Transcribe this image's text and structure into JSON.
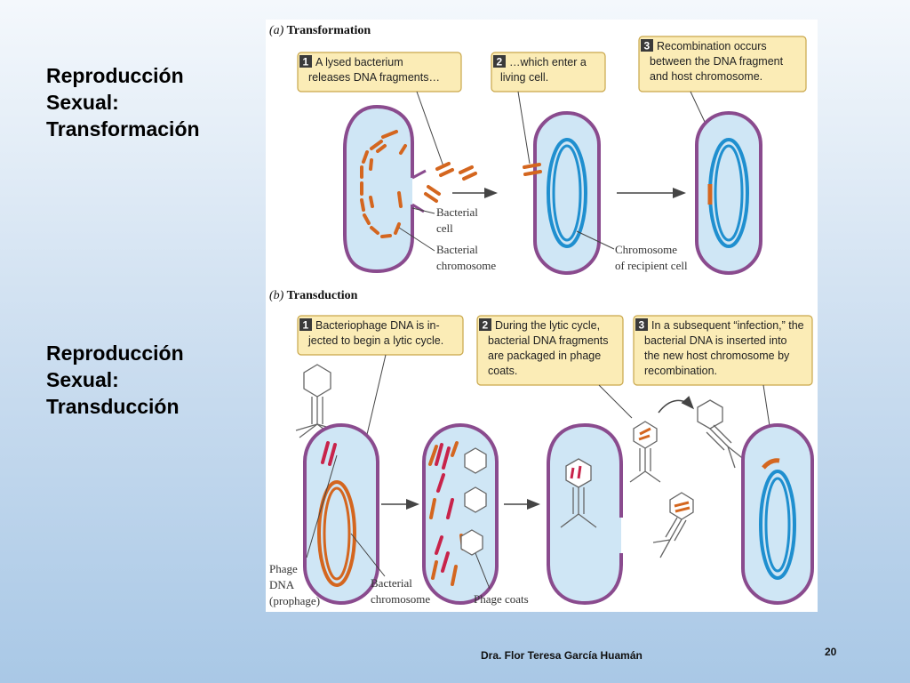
{
  "slide": {
    "heading_top": {
      "line1": "Reproducción",
      "line2": "Sexual:",
      "line3": "Transformación"
    },
    "heading_bottom": {
      "line1": "Reproducción",
      "line2": "Sexual:",
      "line3": "Transducción"
    },
    "author": "Dra. Flor Teresa García Huamán",
    "page_number": "20"
  },
  "figure": {
    "panel_a": {
      "letter": "(a)",
      "title": "Transformation",
      "steps": [
        {
          "num": "1",
          "lines": [
            "A lysed bacterium",
            "releases DNA fragments…"
          ]
        },
        {
          "num": "2",
          "lines": [
            "…which enter a",
            "living cell."
          ]
        },
        {
          "num": "3",
          "lines": [
            "Recombination occurs",
            "between the DNA fragment",
            "and host chromosome."
          ]
        }
      ],
      "labels": {
        "bacterial_cell": [
          "Bacterial",
          "cell"
        ],
        "bacterial_chromosome": [
          "Bacterial",
          "chromosome"
        ],
        "recipient_chromosome": [
          "Chromosome",
          "of recipient cell"
        ]
      }
    },
    "panel_b": {
      "letter": "(b)",
      "title": "Transduction",
      "steps": [
        {
          "num": "1",
          "lines": [
            "Bacteriophage DNA is in-",
            "jected to begin a lytic cycle."
          ]
        },
        {
          "num": "2",
          "lines": [
            "During the lytic cycle,",
            "bacterial DNA fragments",
            "are packaged in phage",
            "coats."
          ]
        },
        {
          "num": "3",
          "lines": [
            "In a subsequent “infection,” the",
            "bacterial DNA is inserted into",
            "the new host chromosome by",
            "recombination."
          ]
        }
      ],
      "labels": {
        "phage_dna": [
          "Phage",
          "DNA",
          "(prophage)"
        ],
        "bacterial_chromosome": [
          "Bacterial",
          "chromosome"
        ],
        "phage_coats": [
          "Phage coats"
        ]
      }
    },
    "colors": {
      "membrane": "#8a4b8e",
      "cytoplasm": "#cfe6f5",
      "bacterial_dna": "#d4661f",
      "recipient_dna": "#1f8fcf",
      "phage_dna": "#c8234a",
      "callout_fill": "#fbecb6",
      "callout_border": "#c9a64a",
      "step_badge": "#3a3a3a"
    }
  }
}
